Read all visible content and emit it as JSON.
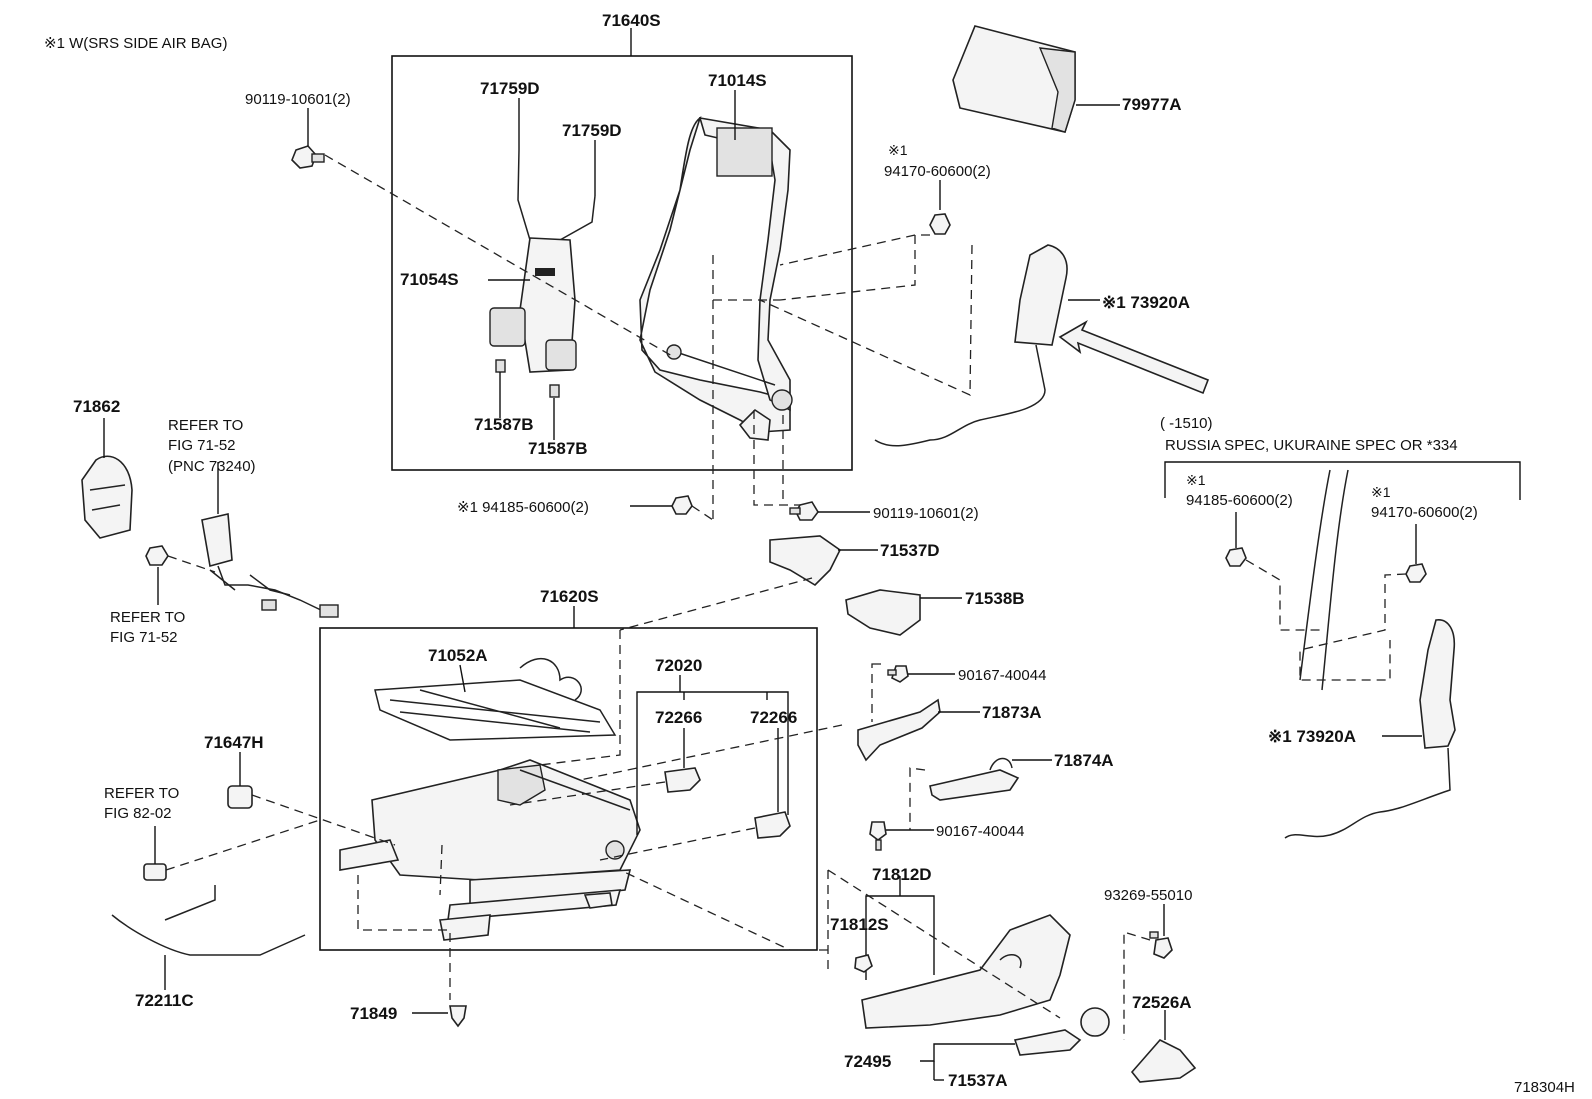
{
  "header": {
    "note": "※1 W(SRS SIDE AIR BAG)",
    "diagram_id": "718304H"
  },
  "labels": {
    "p71640S": "71640S",
    "p71759D_a": "71759D",
    "p71759D_b": "71759D",
    "p71014S": "71014S",
    "p71054S": "71054S",
    "p71587B_a": "71587B",
    "p71587B_b": "71587B",
    "p79977A": "79977A",
    "p94170_note": "※1",
    "p94170": "94170-60600(2)",
    "p73920A_top": "※1 73920A",
    "p90119_top": "90119-10601(2)",
    "p71862": "71862",
    "refer1_l1": "REFER TO",
    "refer1_l2": "FIG 71-52",
    "refer1_l3": "(PNC 73240)",
    "refer2_l1": "REFER TO",
    "refer2_l2": "FIG 71-52",
    "p94185": "※1 94185-60600(2)",
    "p90119_mid": "90119-10601(2)",
    "p71537D": "71537D",
    "p71538B": "71538B",
    "p71620S": "71620S",
    "p71052A": "71052A",
    "p72020": "72020",
    "p72266_a": "72266",
    "p72266_b": "72266",
    "p90167_a": "90167-40044",
    "p71873A": "71873A",
    "p71874A": "71874A",
    "p90167_b": "90167-40044",
    "p71647H": "71647H",
    "refer3_l1": "REFER TO",
    "refer3_l2": "FIG 82-02",
    "p72211C": "72211C",
    "p71849": "71849",
    "p71812D": "71812D",
    "p71812S": "71812S",
    "p72495": "72495",
    "p71537A": "71537A",
    "p93269": "93269-55010",
    "p72526A": "72526A",
    "russia_date": "(      -1510)",
    "russia_spec": "RUSSIA SPEC, UKURAINE SPEC OR *334",
    "r94185_note": "※1",
    "r94185": "94185-60600(2)",
    "r94170_note": "※1",
    "r94170": "94170-60600(2)",
    "r73920A": "※1 73920A"
  }
}
